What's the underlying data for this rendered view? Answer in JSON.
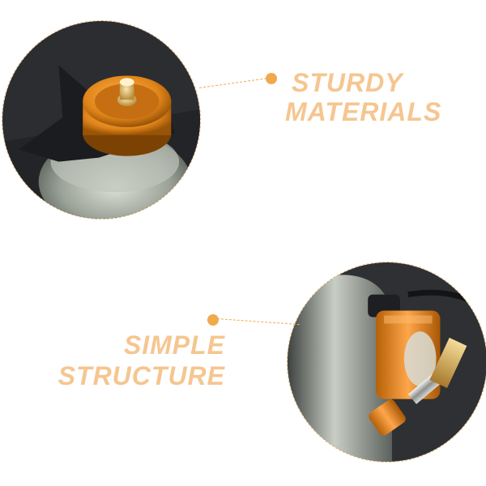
{
  "features": {
    "top": {
      "line1": "STURDY",
      "line2": "MATERIALS"
    },
    "bottom": {
      "line1": "SIMPLE",
      "line2": "STRUCTURE"
    }
  },
  "colors": {
    "accent": "#f0a94d",
    "caption": "#f5c690",
    "border": "#e9b87a",
    "anodized_orange": "#e88a1a",
    "brass": "#d4a94f",
    "dark_surface": "#2a2b2e"
  },
  "images": {
    "top": "adapter-top-view-photo",
    "bottom": "adapter-side-view-photo"
  }
}
